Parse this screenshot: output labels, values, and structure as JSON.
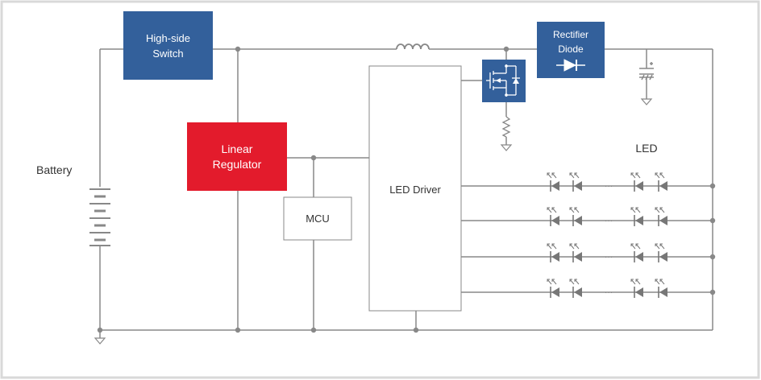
{
  "blocks": {
    "high_side_switch": {
      "line1": "High-side",
      "line2": "Switch",
      "color": "#33609b"
    },
    "linear_regulator": {
      "line1": "Linear",
      "line2": "Regulator",
      "color": "#e31b2c"
    },
    "rectifier_diode": {
      "line1": "Rectifier",
      "line2": "Diode",
      "color": "#33609b"
    },
    "mosfet_color": "#33609b",
    "mcu": {
      "label": "MCU"
    },
    "led_driver": {
      "label": "LED Driver"
    }
  },
  "labels": {
    "battery": "Battery",
    "led": "LED",
    "ellipsis": "…"
  },
  "colors": {
    "wire": "#888888",
    "frame": "#d9d9d9",
    "led_symbol": "#777777"
  },
  "led_strings": {
    "rows": 4,
    "leds_per_row": 4
  }
}
